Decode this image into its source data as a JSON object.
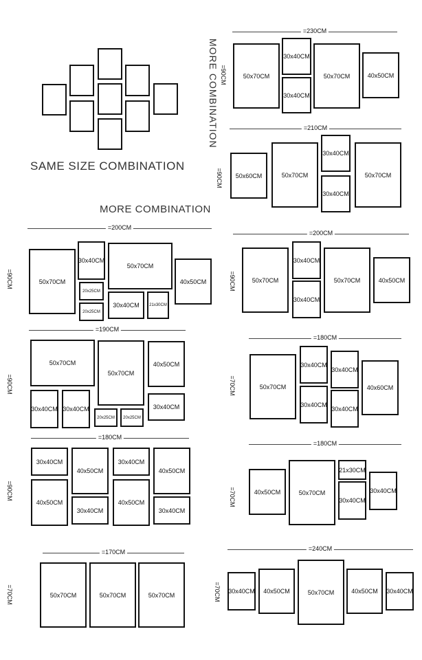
{
  "headings": {
    "same_size": "SAME SIZE COMBINATION",
    "more_left": "MORE COMBINATION",
    "more_vertical": "MORE COMBINATION"
  },
  "groups": [
    {
      "width_label": "=230CM",
      "height_label": "=90CM",
      "frames": [
        "50x70CM",
        "30x40CM",
        "30x40CM",
        "50x70CM",
        "40x50CM"
      ]
    },
    {
      "width_label": "=210CM",
      "height_label": "=90CM",
      "frames": [
        "50x60CM",
        "50x70CM",
        "30x40CM",
        "30x40CM",
        "50x70CM"
      ]
    },
    {
      "width_label": "=200CM",
      "height_label": "=90CM",
      "frames": [
        "50x70CM",
        "30x40CM",
        "20x25CM",
        "20x25CM",
        "50x70CM",
        "30x40CM",
        "21x30CM",
        "40x50CM"
      ]
    },
    {
      "width_label": "=200CM",
      "height_label": "=90CM",
      "frames": [
        "50x70CM",
        "30x40CM",
        "30x40CM",
        "50x70CM",
        "40x50CM"
      ]
    },
    {
      "width_label": "=190CM",
      "height_label": "=90CM",
      "frames": [
        "50x70CM",
        "30x40CM",
        "30x40CM",
        "50x70CM",
        "20x25CM",
        "20x25CM",
        "40x50CM",
        "30x40CM"
      ]
    },
    {
      "width_label": "=180CM",
      "height_label": "=70CM",
      "frames": [
        "50x70CM",
        "30x40CM",
        "30x40CM",
        "30x40CM",
        "30x40CM",
        "40x60CM"
      ]
    },
    {
      "width_label": "=180CM",
      "height_label": "=90CM",
      "frames": [
        "30x40CM",
        "40x50CM",
        "40x50CM",
        "30x40CM",
        "30x40CM",
        "40x50CM",
        "40x50CM",
        "30x40CM"
      ]
    },
    {
      "width_label": "=180CM",
      "height_label": "=70CM",
      "frames": [
        "40x50CM",
        "50x70CM",
        "21x30CM",
        "30x40CM",
        "30x40CM"
      ]
    },
    {
      "width_label": "=170CM",
      "height_label": "=70CM",
      "frames": [
        "50x70CM",
        "50x70CM",
        "50x70CM"
      ]
    },
    {
      "width_label": "=240CM",
      "height_label": "=70CM",
      "frames": [
        "30x40CM",
        "40x50CM",
        "50x70CM",
        "40x50CM",
        "30x40CM"
      ]
    }
  ]
}
